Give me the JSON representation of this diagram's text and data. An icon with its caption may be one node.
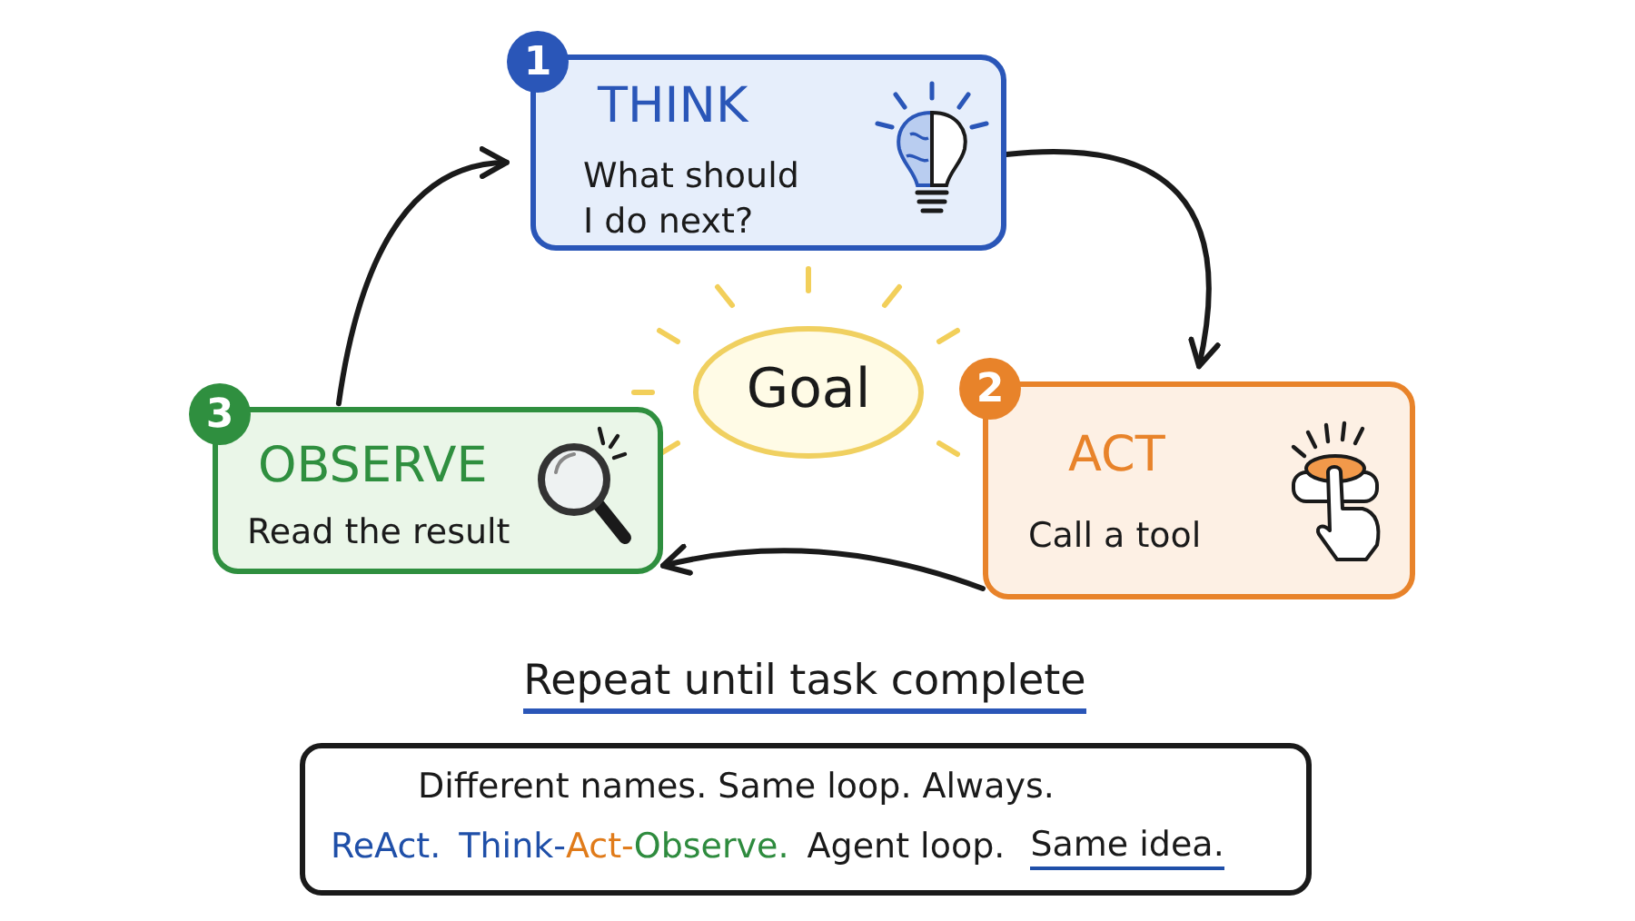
{
  "diagram": {
    "nodes": [
      {
        "text": [
          "1",
          "THINK",
          "What should I do next?"
        ]
      },
      {
        "text": [
          "2",
          "ACT",
          "Call a tool"
        ]
      },
      {
        "text": [
          "3",
          "OBSERVE",
          "Read the result"
        ]
      },
      {
        "text": [
          "Goal"
        ]
      },
      {
        "text": [
          "Different names. Same loop. Always.",
          "ReAct.",
          "Think-",
          "Act-",
          "Observe.",
          "Agent loop.",
          "Same idea."
        ]
      }
    ],
    "edges": [
      {
        "from": 0,
        "to": 1,
        "arrow": "to"
      },
      {
        "from": 1,
        "to": 2,
        "arrow": "to"
      },
      {
        "from": 2,
        "to": 0,
        "arrow": "to"
      }
    ],
    "labels": [
      "Repeat until task complete"
    ]
  }
}
